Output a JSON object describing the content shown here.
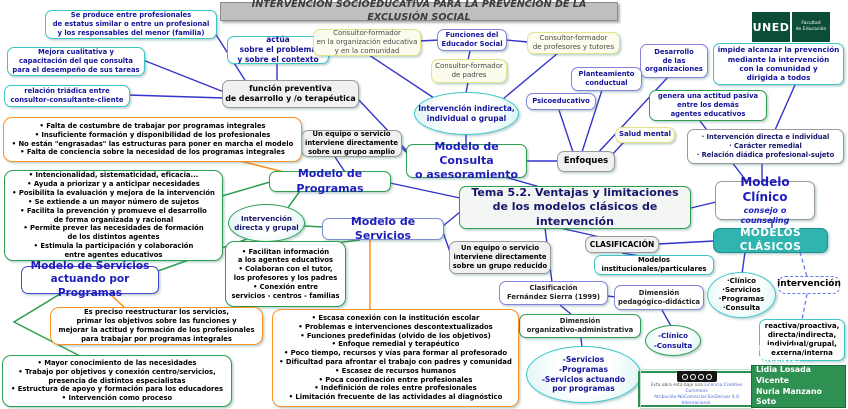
{
  "header": {
    "title": "INTERVENCIÓN SOCIOEDUCATIVA PARA LA PREVENCIÓN DE LA EXCLUSIÓN SOCIAL"
  },
  "logo": {
    "name": "UNED",
    "faculty": "Facultad\nde Educación"
  },
  "colors": {
    "line_blue": "#3434cc",
    "line_green": "#2e9e4f",
    "line_orange": "#ff8c1a",
    "accent_teal": "#2fb4b0",
    "credits_green": "#2e9151"
  },
  "nodes": {
    "se_produce": "Se produce entre profesionales\nde estatus similar o entre un profesional\ny los responsables del menor (familia)",
    "mejora_cualitativa": "Mejora cualitativa y\ncapacitación del que consulta\npara el desempeño de sus tareas",
    "relacion_triadica": "relación triádica entre\nconsultor-consultante-cliente",
    "actua": "actúa\nsobre el problema\ny sobre el contexto",
    "funcion_preventiva": "función preventiva\nde desarrollo y /o terapéutica",
    "consultor_organizacion": "Consultor-formador\nen la organización educativa\ny en la comunidad",
    "funciones_educador": "Funciones del\nEducador Social",
    "consultor_profesores": "Consultor-formador\nde profesores y tutores",
    "consultor_padres": "Consultor-formador\nde padres",
    "intervencion_indirecta": "Intervención indirecta,\nindividual o grupal",
    "desarrollo_organizaciones": "Desarrollo\nde las\norganizaciones",
    "impide_alcanzar": "impide alcanzar la prevención\nmediante la intervención\ncon la comunidad y\ndirigida a todos",
    "planteamiento_conductual": "Planteamiento\nconductual",
    "psicoeducativo": "Psicoeducativo",
    "genera_actitud": "genera una actitud pasiva\nentre los demás\nagentes educativos",
    "salud_mental": "Salud mental",
    "rasgos_clinico": "· Intervención directa e individual\n· Carácter remedial\n· Relación diádica profesional-sujeto",
    "enfoques": "Enfoques",
    "modelo_consulta": "Modelo de Consulta\no asesoramiento",
    "equipo_grupo_amplio": "Un equipo o servicio\ninterviene directamente\nsobre un grupo amplio",
    "modelo_programas": "Modelo de Programas",
    "limitaciones_programas": "• Falta de costumbre de trabajar por programas integrales\n• Insuficiente formación y disponibilidad de los profesionales\n• No están \"engrasadas\" las estructuras para poner en marcha el modelo\n• Falta de conciencia sobre la necesidad de los programas integrales",
    "ventajas_programas": "• Intencionalidad, sistematicidad, eficacia...\n• Ayuda a priorizar y a anticipar necesidades\n• Posibilita la evaluación y mejora de la intervención\n• Se extiende a un mayor número de sujetos\n• Facilita la prevención y promueve el desarrollo\nde forma organizada y racional\n• Permite prever las necesidades de formación\nde los distintos agentes\n• Estimula la participación y colaboración\nentre agentes educativos",
    "intervencion_directa_grupal": "Intervención\ndirecta y grupal",
    "modelo_servicios": "Modelo de Servicios",
    "tema": "Tema 5.2. Ventajas y limitaciones\nde los modelos clásicos de intervención",
    "equipo_grupo_reducido": "Un equipo o servicio\ninterviene directamente\nsobre un grupo reducido",
    "clasificacion": "CLASIFICACIÓN",
    "modelos_institucionales": "Modelos\ninstitucionales/particulares",
    "modelos_clasicos": "MODELOS CLÁSICOS",
    "lista_modelos": "·Clínico\n·Servicios\n·Programas\n·Consulta",
    "intervencion_tipos_titulo": "intervención",
    "intervencion_tipos": "reactiva/proactiva,\ndirecta/indirecta,\nindividual/grupal,\nexterna/interna",
    "clasificacion_fernandez": "Clasificación\nFernández Sierra (1999)",
    "dimension_pedagogica": "Dimensión\npedagógico-didáctica",
    "dimension_organizativa": "Dimensión\norganizativo-administrativa",
    "clinico_consulta": "-Clínico\n-Consulta",
    "servicios_por_programas": "-Servicios\n-Programas\n-Servicios actuando\npor programas",
    "limitaciones_servicios": "• Escasa conexión con la institución escolar\n• Problemas e intervenciones descontextualizados\n• Funciones predefinidas (olvido de los objetivos)\n• Enfoque remedial y terapéutico\n• Poco tiempo, recursos y vías para formar al profesorado\n• Dificultad para afrontar el trabajo con padres y comunidad\n• Escasez de recursos humanos\n• Poca coordinación entre profesionales\n• Indefinición de roles entre profesionales\n• Limitación frecuente de las actividades al diagnóstico",
    "ventajas_servicios": "• Facilitan información\na los agentes educativos\n• Colaboran con el tutor,\nlos profesores y los padres\n• Conexión entre\nservicios - centros - familias",
    "modelo_servicios_programas": "Modelo de Servicios\nactuando por Programas",
    "reestructurar": "Es preciso reestructurar los servicios,\nprimar los objetivos sobre las funciones y\nmejorar la actitud y formación de los profesionales\npara trabajar por programas integrales",
    "ventajas_servicios_programas": "• Mayor conocimiento de las necesidades\n• Trabajo por objetivos y conexión centro/servicios,\npresencia de distintos especialistas\n• Estructura de apoyo y formación para los educadores\n• Intervención como proceso"
  },
  "clinico": {
    "title": "Modelo Clínico",
    "subtitle": "consejo o counseling"
  },
  "license": {
    "prefix": "Esta obra está bajo una",
    "link1": "Licencia Creative Commons",
    "link2": "Atribución-NoComercial-SinDerivar 4.0 Internacional."
  },
  "credits": {
    "text": "© EQUIPO DOCENTE:\nLidia Losada Vicente\nNuria Manzano Soto\nMarifé Sánchez García"
  }
}
